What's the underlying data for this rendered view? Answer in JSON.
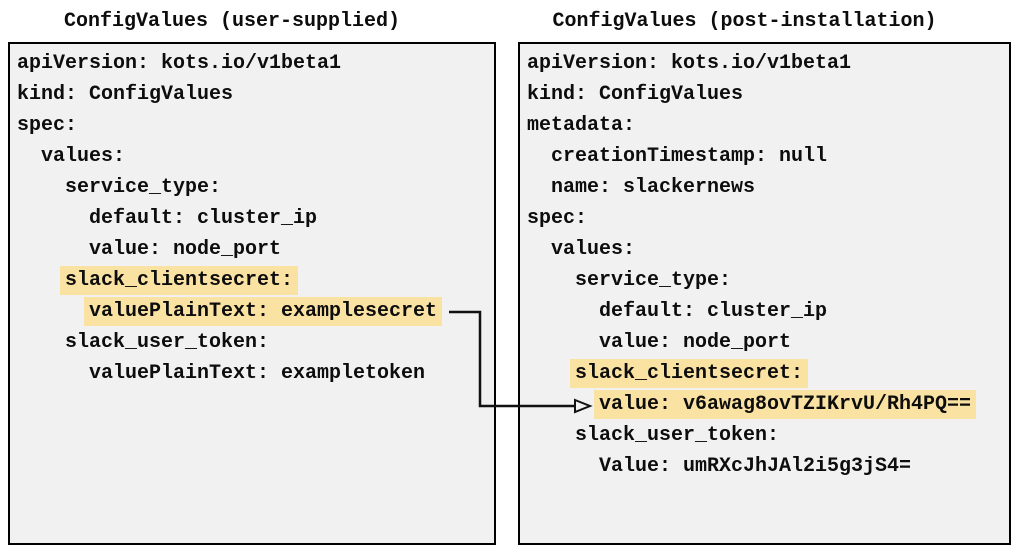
{
  "colors": {
    "highlight": "#fae2a2",
    "panel_bg": "#f1f1f1",
    "panel_border": "#000000",
    "arrow": "#111111"
  },
  "left_panel": {
    "title": "ConfigValues (user-supplied)",
    "lines": [
      {
        "text": "apiVersion: kots.io/v1beta1",
        "indent": 0,
        "highlight": false
      },
      {
        "text": "kind: ConfigValues",
        "indent": 0,
        "highlight": false
      },
      {
        "text": "spec:",
        "indent": 0,
        "highlight": false
      },
      {
        "text": "values:",
        "indent": 2,
        "highlight": false
      },
      {
        "text": "service_type:",
        "indent": 4,
        "highlight": false
      },
      {
        "text": "default: cluster_ip",
        "indent": 6,
        "highlight": false
      },
      {
        "text": "value: node_port",
        "indent": 6,
        "highlight": false
      },
      {
        "text": "slack_clientsecret:",
        "indent": 4,
        "highlight": true
      },
      {
        "text": "valuePlainText: examplesecret",
        "indent": 6,
        "highlight": true
      },
      {
        "text": "slack_user_token:",
        "indent": 4,
        "highlight": false
      },
      {
        "text": "valuePlainText: exampletoken",
        "indent": 6,
        "highlight": false
      }
    ]
  },
  "right_panel": {
    "title": "ConfigValues (post-installation)",
    "lines": [
      {
        "text": "apiVersion: kots.io/v1beta1",
        "indent": 0,
        "highlight": false
      },
      {
        "text": "kind: ConfigValues",
        "indent": 0,
        "highlight": false
      },
      {
        "text": "metadata:",
        "indent": 0,
        "highlight": false
      },
      {
        "text": "creationTimestamp: null",
        "indent": 2,
        "highlight": false
      },
      {
        "text": "name: slackernews",
        "indent": 2,
        "highlight": false
      },
      {
        "text": "spec:",
        "indent": 0,
        "highlight": false
      },
      {
        "text": "values:",
        "indent": 2,
        "highlight": false
      },
      {
        "text": "service_type:",
        "indent": 4,
        "highlight": false
      },
      {
        "text": "default: cluster_ip",
        "indent": 6,
        "highlight": false
      },
      {
        "text": "value: node_port",
        "indent": 6,
        "highlight": false
      },
      {
        "text": "slack_clientsecret:",
        "indent": 4,
        "highlight": true
      },
      {
        "text": "value: v6awag8ovTZIKrvU/Rh4PQ==",
        "indent": 6,
        "highlight": true
      },
      {
        "text": "slack_user_token:",
        "indent": 4,
        "highlight": false
      },
      {
        "text": "Value: umRXcJhJAl2i5g3jS4=",
        "indent": 6,
        "highlight": false
      }
    ]
  },
  "arrow": {
    "from_label": "valuePlainText: examplesecret",
    "to_label": "value: v6awag8ovTZIKrvU/Rh4PQ=="
  }
}
